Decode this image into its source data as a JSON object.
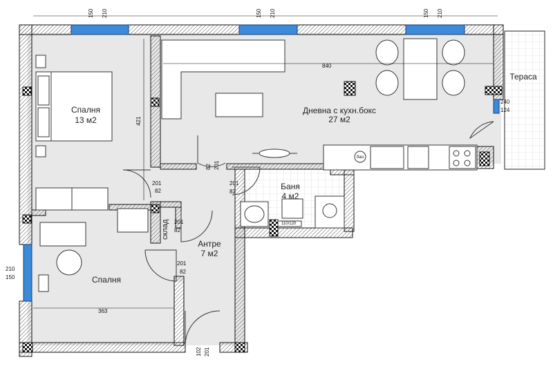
{
  "rooms": {
    "bedroom1": {
      "name": "Спалня",
      "area": "13 м2"
    },
    "living": {
      "name": "Дневна с кухн.бокс",
      "area": "27 м2"
    },
    "bathroom": {
      "name": "Баня",
      "area": "4 м2"
    },
    "hall": {
      "name": "Антре",
      "area": "7 м2"
    },
    "bedroom2": {
      "name": "Спалня"
    },
    "storage": {
      "name": "склад"
    },
    "terrace": {
      "name": "Тераса"
    }
  },
  "dimensions": {
    "window_top1": [
      "150",
      "210"
    ],
    "window_top2": [
      "150",
      "210"
    ],
    "window_top3": [
      "150",
      "210"
    ],
    "window_left": [
      "210",
      "150"
    ],
    "window_terrace": [
      "240",
      "124"
    ],
    "living_width": "840",
    "bedroom_height": "421",
    "bedroom2_width": "363",
    "door_bedroom1": [
      "201",
      "82"
    ],
    "door_living": [
      "82",
      "201"
    ],
    "door_bath": [
      "201",
      "82"
    ],
    "door_storage": [
      "201",
      "82"
    ],
    "door_bedroom2": [
      "201",
      "82"
    ],
    "door_entry": [
      "102",
      "201"
    ],
    "small_window": "110/120"
  },
  "appliances": {
    "washer_label": "бau"
  }
}
